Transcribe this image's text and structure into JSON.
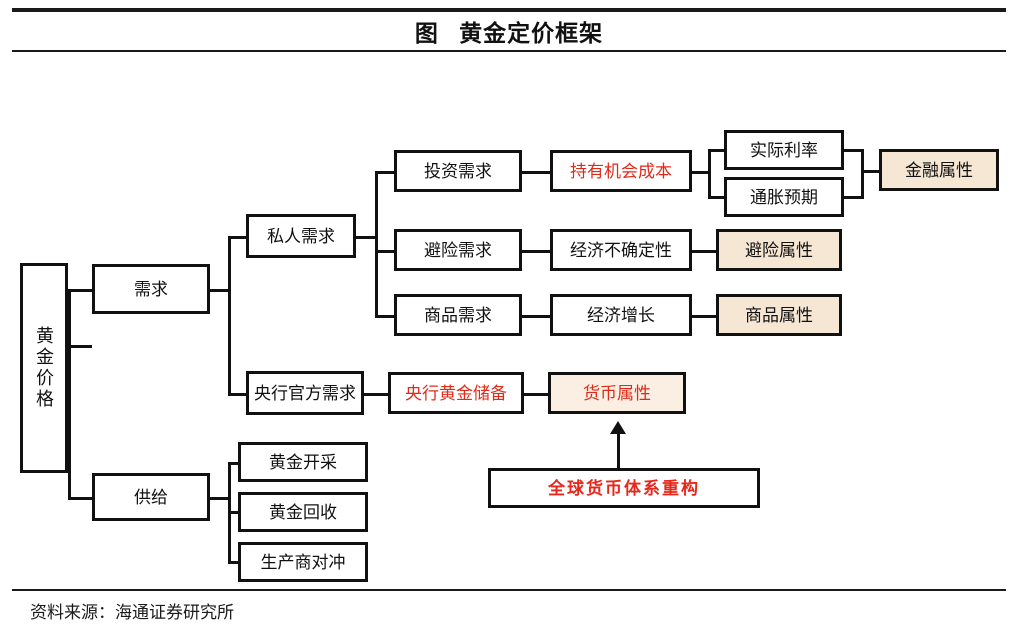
{
  "figure": {
    "title": "图   黄金定价框架",
    "source": "资料来源：海通证券研究所"
  },
  "colors": {
    "line": "#111111",
    "box_border": "#111111",
    "red_text": "#e02b1a",
    "attribute_fill": "#f6e7d5",
    "background": "#ffffff"
  },
  "nodes": {
    "root": {
      "label": "黄金价格"
    },
    "demand": {
      "label": "需求"
    },
    "supply": {
      "label": "供给"
    },
    "private_demand": {
      "label": "私人需求"
    },
    "cb_official_demand": {
      "label": "央行官方需求"
    },
    "investment_demand": {
      "label": "投资需求"
    },
    "hedge_demand": {
      "label": "避险需求"
    },
    "commodity_demand": {
      "label": "商品需求"
    },
    "holding_cost": {
      "label": "持有机会成本"
    },
    "econ_uncertainty": {
      "label": "经济不确定性"
    },
    "econ_growth": {
      "label": "经济增长"
    },
    "real_rate": {
      "label": "实际利率"
    },
    "inflation_expect": {
      "label": "通胀预期"
    },
    "cb_gold_reserve": {
      "label": "央行黄金储备"
    },
    "attr_financial": {
      "label": "金融属性"
    },
    "attr_hedge": {
      "label": "避险属性"
    },
    "attr_commodity": {
      "label": "商品属性"
    },
    "attr_monetary": {
      "label": "货币属性"
    },
    "gold_mining": {
      "label": "黄金开采"
    },
    "gold_recycle": {
      "label": "黄金回收"
    },
    "producer_hedge": {
      "label": "生产商对冲"
    },
    "global_monetary_restructure": {
      "label": "全球货币体系重构"
    }
  }
}
